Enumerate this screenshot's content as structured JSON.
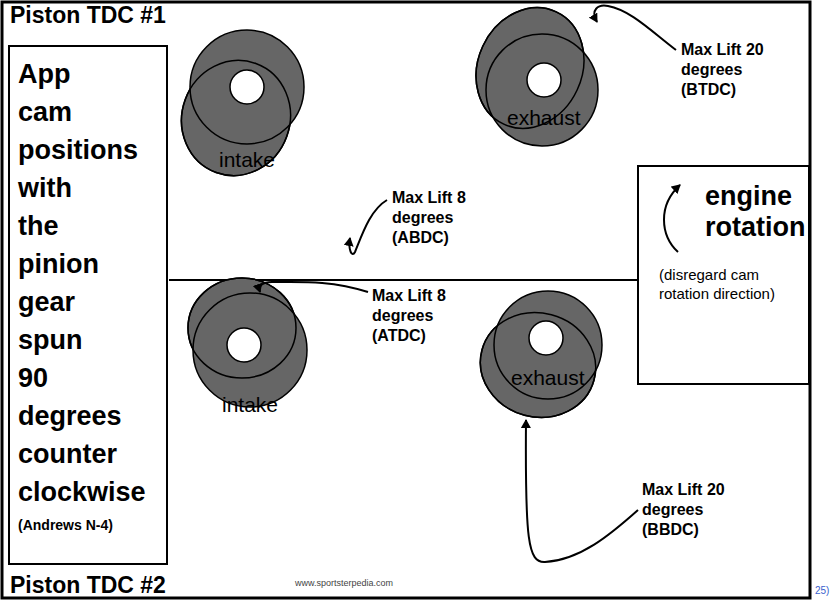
{
  "diagram": {
    "nodes": [
      {
        "text": [
          "App cam positions with the pinion gear spun 90 degrees counter clockwise",
          "(Andrews N-4)"
        ]
      },
      {
        "text": [
          "intake"
        ]
      },
      {
        "text": [
          "exhaust"
        ]
      },
      {
        "text": [
          "engine rotation",
          "(disregard cam rotation direction)"
        ]
      },
      {
        "text": [
          "intake"
        ]
      },
      {
        "text": [
          "exhaust"
        ]
      }
    ],
    "labels": [
      "Piston TDC #1",
      "Max Lift 20 degrees (BTDC)",
      "Max Lift 8 degrees (ABDC)",
      "Max Lift 8 degrees (ATDC)",
      "Max Lift 20 degrees (BBDC)",
      "Piston TDC #2",
      "www.sportsterpedia.com",
      "25)"
    ]
  }
}
